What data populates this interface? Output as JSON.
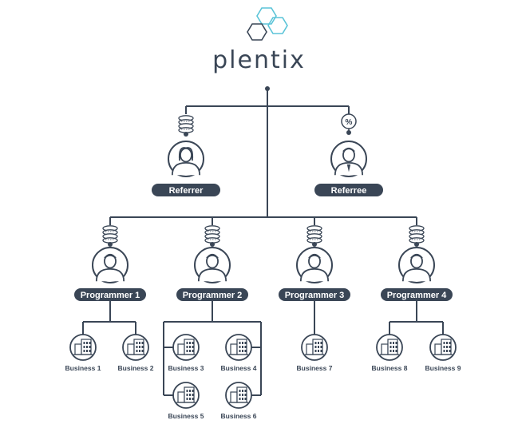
{
  "brand": {
    "name": "plentix",
    "logo": "hexagon-logo-icon"
  },
  "colors": {
    "line": "#3a4656",
    "pill": "#3a4656",
    "pill_text": "#ffffff",
    "logo_primary": "#3a4656",
    "logo_accent": "#5bc4d8"
  },
  "top_roles": [
    {
      "label": "Referrer",
      "reward_icon": "coin-stack-icon",
      "avatar_icon": "female-user-icon"
    },
    {
      "label": "Referree",
      "reward_icon": "percent-icon",
      "avatar_icon": "male-user-tie-icon",
      "reward_text": "%"
    }
  ],
  "programmers": [
    {
      "label": "Programmer 1",
      "businesses": [
        "Business 1",
        "Business 2"
      ]
    },
    {
      "label": "Programmer 2",
      "businesses": [
        "Business 3",
        "Business 4",
        "Business 5",
        "Business 6"
      ]
    },
    {
      "label": "Programmer 3",
      "businesses": [
        "Business 7"
      ]
    },
    {
      "label": "Programmer 4",
      "businesses": [
        "Business 8",
        "Business 9"
      ]
    }
  ]
}
